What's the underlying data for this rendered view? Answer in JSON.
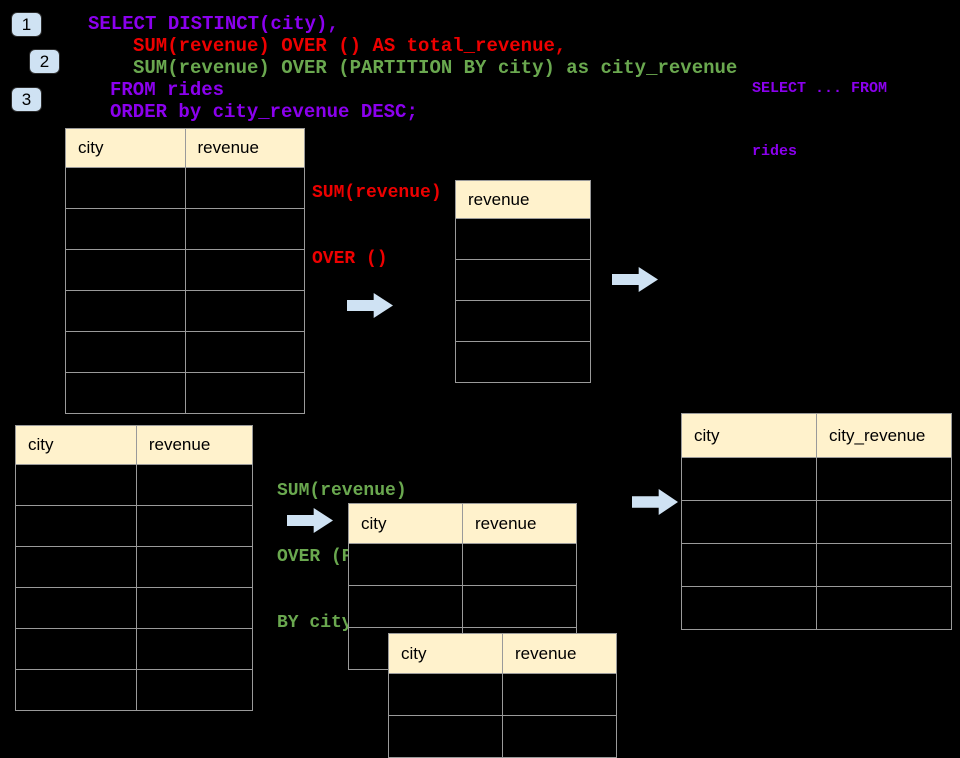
{
  "colors": {
    "background": "#000000",
    "code_purple": "#8b00ee",
    "code_red": "#ee0000",
    "code_green": "#6aa84f",
    "arrow_fill": "#cfe2f3",
    "badge_fill": "#cfe2f3",
    "table_header_fill": "#fff2cc",
    "table_border": "#9a9a9a"
  },
  "badges": {
    "one": "1",
    "two": "2",
    "three": "3"
  },
  "sql": {
    "line1": "SELECT DISTINCT(city),",
    "line2": "SUM(revenue) OVER () AS total_revenue,",
    "line3": "SUM(revenue) OVER (PARTITION BY city) as city_revenue",
    "line4": "FROM rides",
    "line5": "ORDER by city_revenue DESC;"
  },
  "side_note": {
    "line1": "SELECT ... FROM",
    "line2": "rides"
  },
  "annotations": {
    "total_window": {
      "line1": "SUM(revenue)",
      "line2": "OVER ()"
    },
    "partition_window": {
      "line1": "SUM(revenue)",
      "line2": "OVER (PARTITION",
      "line3": "BY city)"
    }
  },
  "tables": {
    "source_top": {
      "headers": [
        "city",
        "revenue"
      ],
      "body_rows": 6
    },
    "total_result": {
      "headers": [
        "revenue"
      ],
      "body_rows": 4
    },
    "source_bottom": {
      "headers": [
        "city",
        "revenue"
      ],
      "body_rows": 6
    },
    "partition_a": {
      "headers": [
        "city",
        "revenue"
      ],
      "body_rows": 3
    },
    "partition_b": {
      "headers": [
        "city",
        "revenue"
      ],
      "body_rows": 2
    },
    "city_result": {
      "headers": [
        "city",
        "city_revenue"
      ],
      "body_rows": 4
    }
  }
}
